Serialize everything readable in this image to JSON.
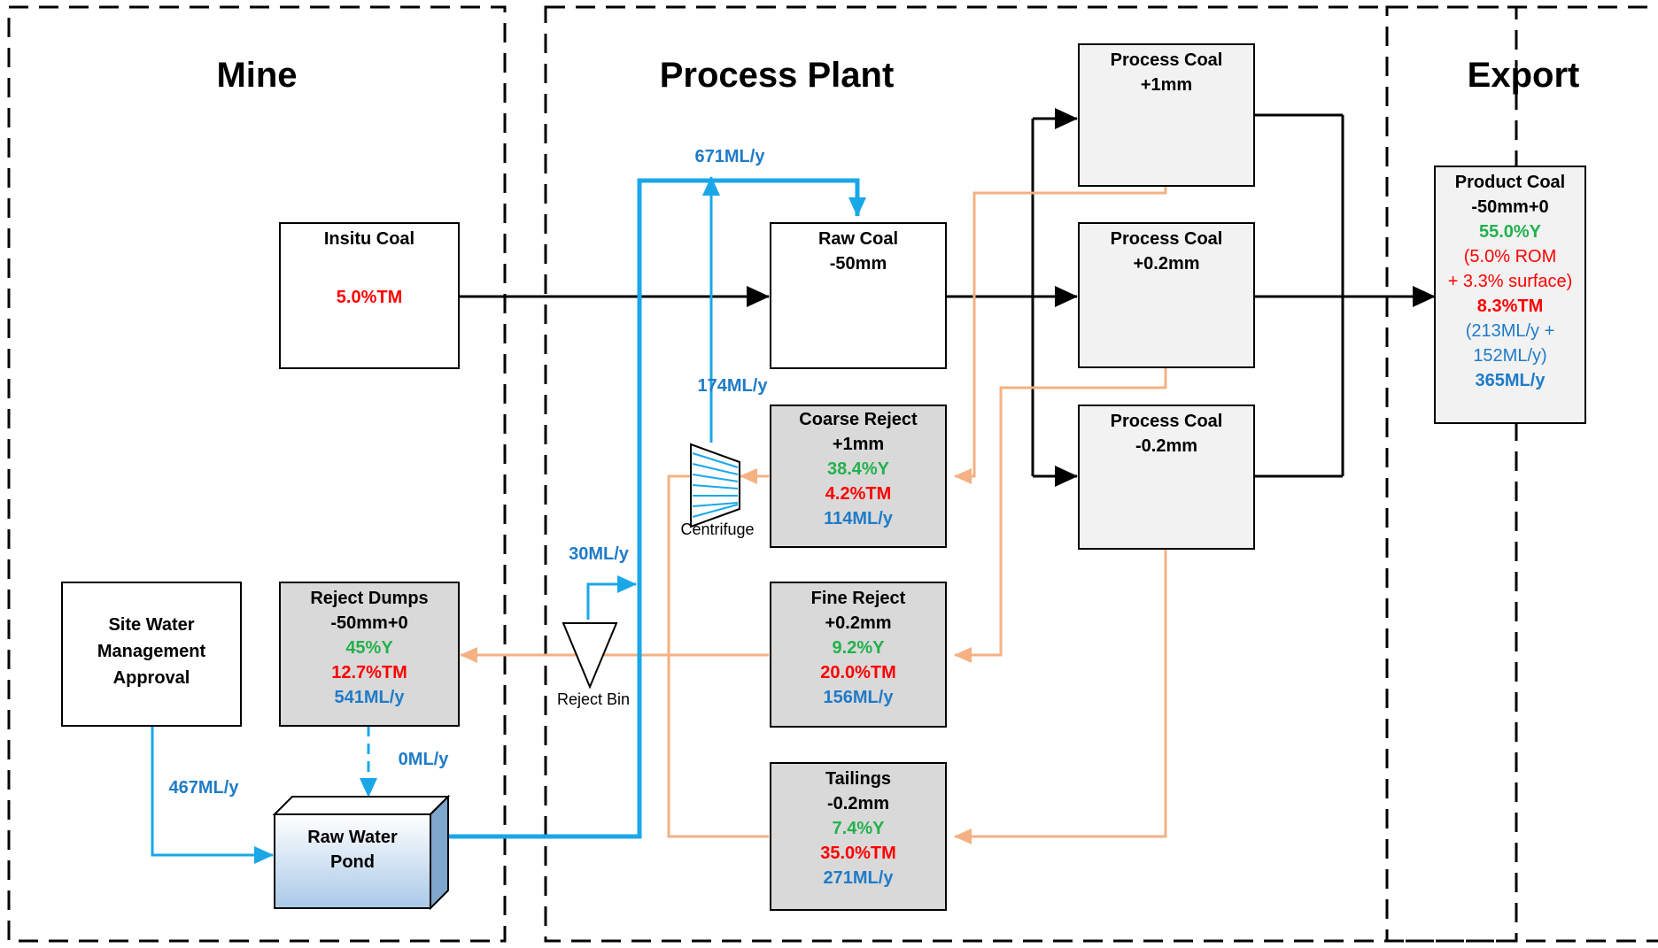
{
  "zones": {
    "mine": "Mine",
    "process_plant": "Process Plant",
    "export": "Export"
  },
  "boxes": {
    "insitu": {
      "title": "Insitu Coal",
      "tm": "5.0%TM"
    },
    "raw_coal": {
      "title": "Raw Coal",
      "size": "-50mm"
    },
    "pc_1mm": {
      "title": "Process Coal",
      "size": "+1mm"
    },
    "pc_02": {
      "title": "Process Coal",
      "size": "+0.2mm"
    },
    "pc_m02": {
      "title": "Process Coal",
      "size": "-0.2mm"
    },
    "product": {
      "title": "Product Coal",
      "size": "-50mm+0",
      "yield": "55.0%Y",
      "note1": "(5.0% ROM",
      "note2": "+ 3.3% surface)",
      "tm": "8.3%TM",
      "water1": "(213ML/y +",
      "water2": "152ML/y)",
      "water_total": "365ML/y"
    },
    "coarse": {
      "title": "Coarse Reject",
      "size": "+1mm",
      "yield": "38.4%Y",
      "tm": "4.2%TM",
      "water": "114ML/y"
    },
    "fine": {
      "title": "Fine Reject",
      "size": "+0.2mm",
      "yield": "9.2%Y",
      "tm": "20.0%TM",
      "water": "156ML/y"
    },
    "tailings": {
      "title": "Tailings",
      "size": "-0.2mm",
      "yield": "7.4%Y",
      "tm": "35.0%TM",
      "water": "271ML/y"
    },
    "reject_dumps": {
      "title": "Reject Dumps",
      "size": "-50mm+0",
      "yield": "45%Y",
      "tm": "12.7%TM",
      "water": "541ML/y"
    },
    "site_water": {
      "line1": "Site Water",
      "line2": "Management",
      "line3": "Approval"
    },
    "raw_water": {
      "line1": "Raw Water",
      "line2": "Pond"
    }
  },
  "equipment": {
    "centrifuge": "Centrifuge",
    "reject_bin": "Reject Bin"
  },
  "flows": {
    "f671": "671ML/y",
    "f174": "174ML/y",
    "f30": "30ML/y",
    "f0": "0ML/y",
    "f467": "467ML/y"
  },
  "colors": {
    "black_flow": "#000000",
    "water_flow": "#1aa7e8",
    "reject_flow": "#f4b183",
    "shaded_box": "#d9d9d9",
    "light_box": "#f2f2f2",
    "yield_green": "#22b14c",
    "moisture_red": "#ff0000",
    "water_blue": "#1f7bc8"
  }
}
